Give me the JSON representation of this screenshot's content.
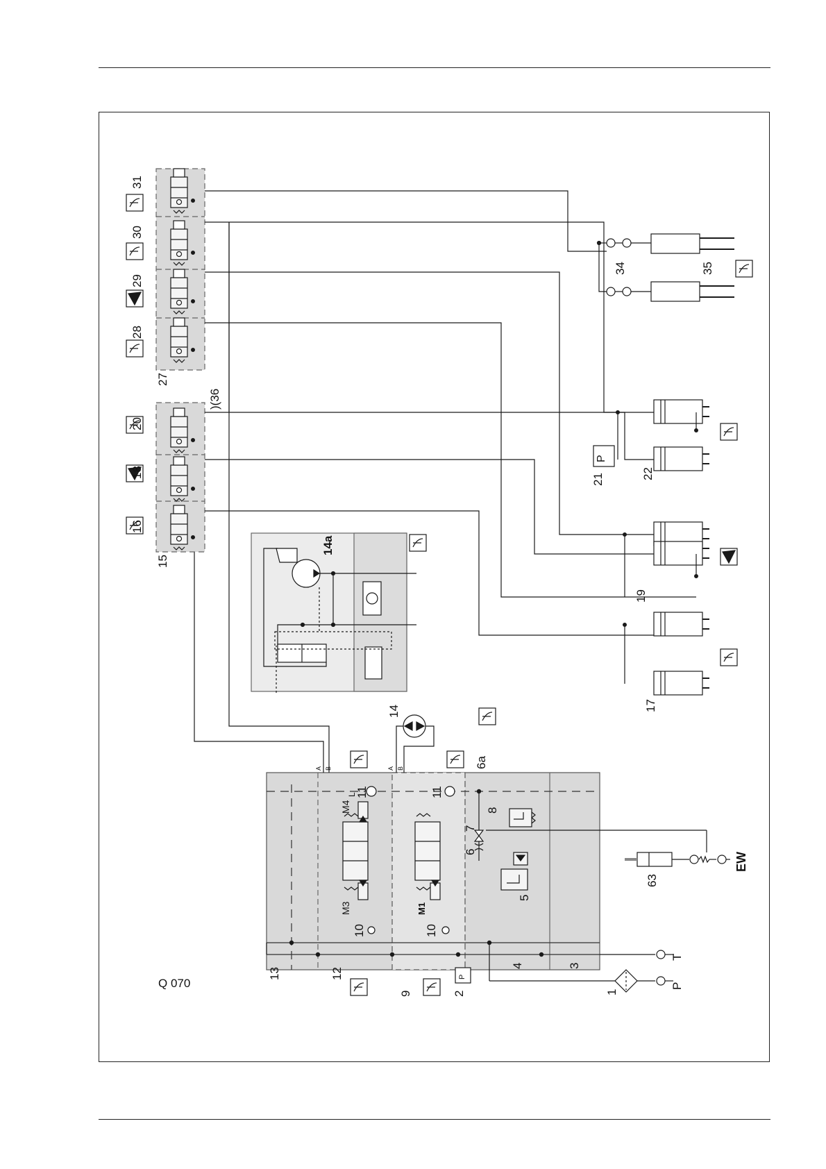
{
  "drawing": {
    "code": "Q 070"
  },
  "component_labels": {
    "c1": "1",
    "c2": "2",
    "c3": "3",
    "c4": "4",
    "c5": "5",
    "c6": "6",
    "c6a": "6a",
    "c7": "7",
    "c8": "8",
    "c9": "9",
    "c10a": "10",
    "c10b": "10",
    "c11a": "11",
    "c11b": "11",
    "c12": "12",
    "c13": "13",
    "c14": "14",
    "c14a": "14a",
    "c15": "15",
    "c16": "16",
    "c17": "17",
    "c18": "18",
    "c19": "19",
    "c20": "20",
    "c21": "21",
    "c22": "22",
    "c27": "27",
    "c28": "28",
    "c29": "29",
    "c30": "30",
    "c31": "31",
    "c34": "34",
    "c35": "35",
    "c36": ")(36",
    "c63": "63"
  },
  "coil_labels": {
    "m1": "M1",
    "m3": "M3",
    "m4": "M4"
  },
  "port_labels": {
    "p": "P",
    "t": "T",
    "ew": "EW",
    "pressure_switch": "P",
    "a": "A",
    "b": "B",
    "l": "L"
  },
  "colors": {
    "line": "#1a1a1a",
    "block_fill": "#d9d9d9",
    "block_fill_dark": "#c9c9c9",
    "panel_fill": "#ececec"
  },
  "icons": [
    "pictogram-lift-icon",
    "pictogram-tilt-icon",
    "pictogram-grab-icon",
    "pictogram-rotate-icon",
    "pictogram-hydraulic-icon",
    "pictogram-feet-icon"
  ]
}
